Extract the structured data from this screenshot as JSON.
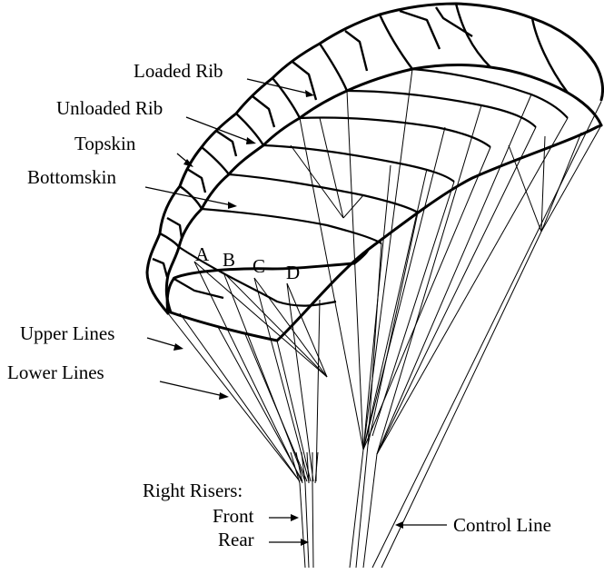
{
  "labels": {
    "loaded_rib": "Loaded Rib",
    "unloaded_rib": "Unloaded Rib",
    "topskin": "Topskin",
    "bottomskin": "Bottomskin",
    "row_a": "A",
    "row_b": "B",
    "row_c": "C",
    "row_d": "D",
    "upper_lines": "Upper Lines",
    "lower_lines": "Lower Lines",
    "right_risers": "Right Risers:",
    "front": "Front",
    "rear": "Rear",
    "control_line": "Control Line"
  }
}
